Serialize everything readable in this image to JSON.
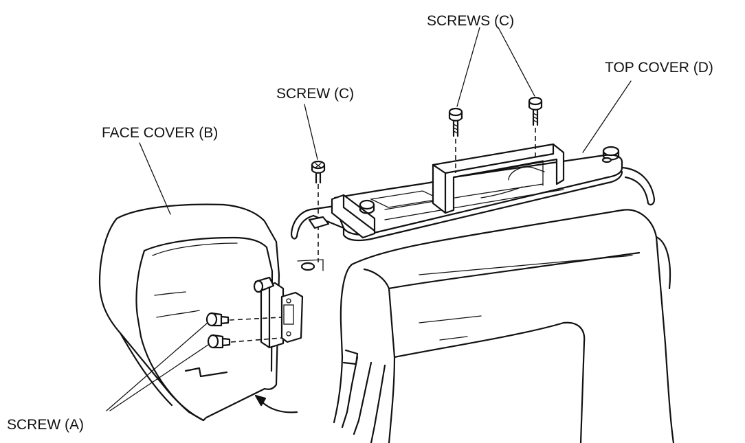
{
  "labels": {
    "screws_c": "SCREWS (C)",
    "screw_c": "SCREW (C)",
    "top_cover_d": "TOP COVER (D)",
    "face_cover_b": "FACE COVER (B)",
    "screw_a": "SCREW (A)"
  }
}
